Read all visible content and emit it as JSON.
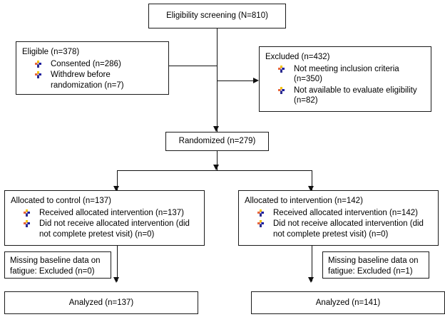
{
  "diagram": {
    "type": "consort-flow-diagram",
    "bullet_icon": "four-color-cross-bullet-icon",
    "bullet_colors": {
      "top": "#f5c400",
      "left": "#e8663c",
      "right": "#1d1d9e",
      "bottom": "#2b2b8f",
      "center": "#ffffff"
    },
    "line_color": "#111111"
  },
  "nodes": {
    "screening": {
      "title": "Eligibility screening (N=810)"
    },
    "eligible": {
      "title": "Eligible (n=378)",
      "items": [
        "Consented (n=286)",
        "Withdrew before randomization (n=7)"
      ]
    },
    "excluded": {
      "title": "Excluded (n=432)",
      "items": [
        "Not meeting inclusion criteria (n=350)",
        "Not available to evaluate eligibility (n=82)"
      ]
    },
    "randomized": {
      "title": "Randomized (n=279)"
    },
    "allocated_control": {
      "title": "Allocated to control (n=137)",
      "items": [
        "Received allocated intervention (n=137)",
        "Did not receive allocated intervention (did not complete pretest visit) (n=0)"
      ]
    },
    "allocated_intervention": {
      "title": "Allocated to intervention (n=142)",
      "items": [
        "Received allocated intervention (n=142)",
        "Did not receive allocated intervention (did not complete pretest visit) (n=0)"
      ]
    },
    "missing_control": {
      "line1": "Missing baseline data on",
      "line2": "fatigue: Excluded (n=0)"
    },
    "missing_intervention": {
      "line1": "Missing baseline data on",
      "line2": "fatigue: Excluded (n=1)"
    },
    "analyzed_control": {
      "title": "Analyzed (n=137)"
    },
    "analyzed_intervention": {
      "title": "Analyzed (n=141)"
    }
  }
}
